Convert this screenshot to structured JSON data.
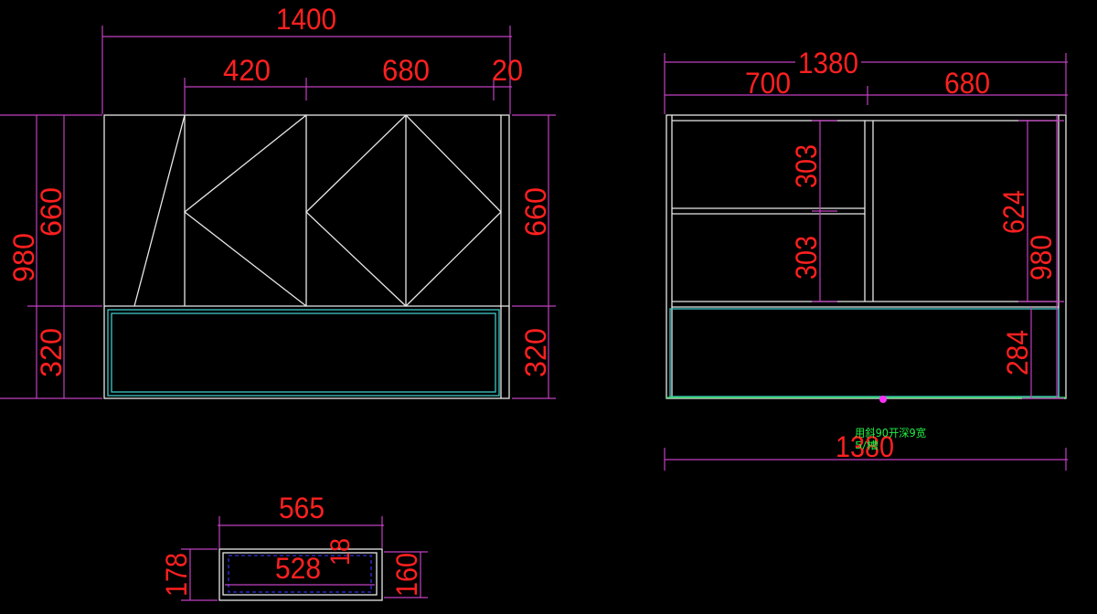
{
  "colors": {
    "background": "#000000",
    "dimension_text": "#ff2020",
    "dimension_line": "#c040c0",
    "outline": "#e8e8e8",
    "drawer": "#40c8c8",
    "note": "#22ee44",
    "marker": "#ff30ff",
    "hidden": "#3030e0"
  },
  "front_view": {
    "overall_width": "1400",
    "seg_a": "420",
    "seg_b": "680",
    "seg_c": "20",
    "total_height": "980",
    "upper_height_left": "660",
    "lower_height_left": "320",
    "upper_height_right": "660",
    "lower_height_right": "320"
  },
  "side_view": {
    "overall_width": "1380",
    "left_width": "700",
    "right_width": "680",
    "shelf_upper": "303",
    "shelf_lower": "303",
    "inner_height": "624",
    "total_height": "980",
    "drawer_height": "284",
    "bottom_width": "1380",
    "note": "用斜90开深9宽",
    "note_line2": "5/槽"
  },
  "drawer_section": {
    "outer_width": "565",
    "inner_width": "528",
    "thickness": "18",
    "outer_height": "178",
    "inner_height": "160"
  }
}
